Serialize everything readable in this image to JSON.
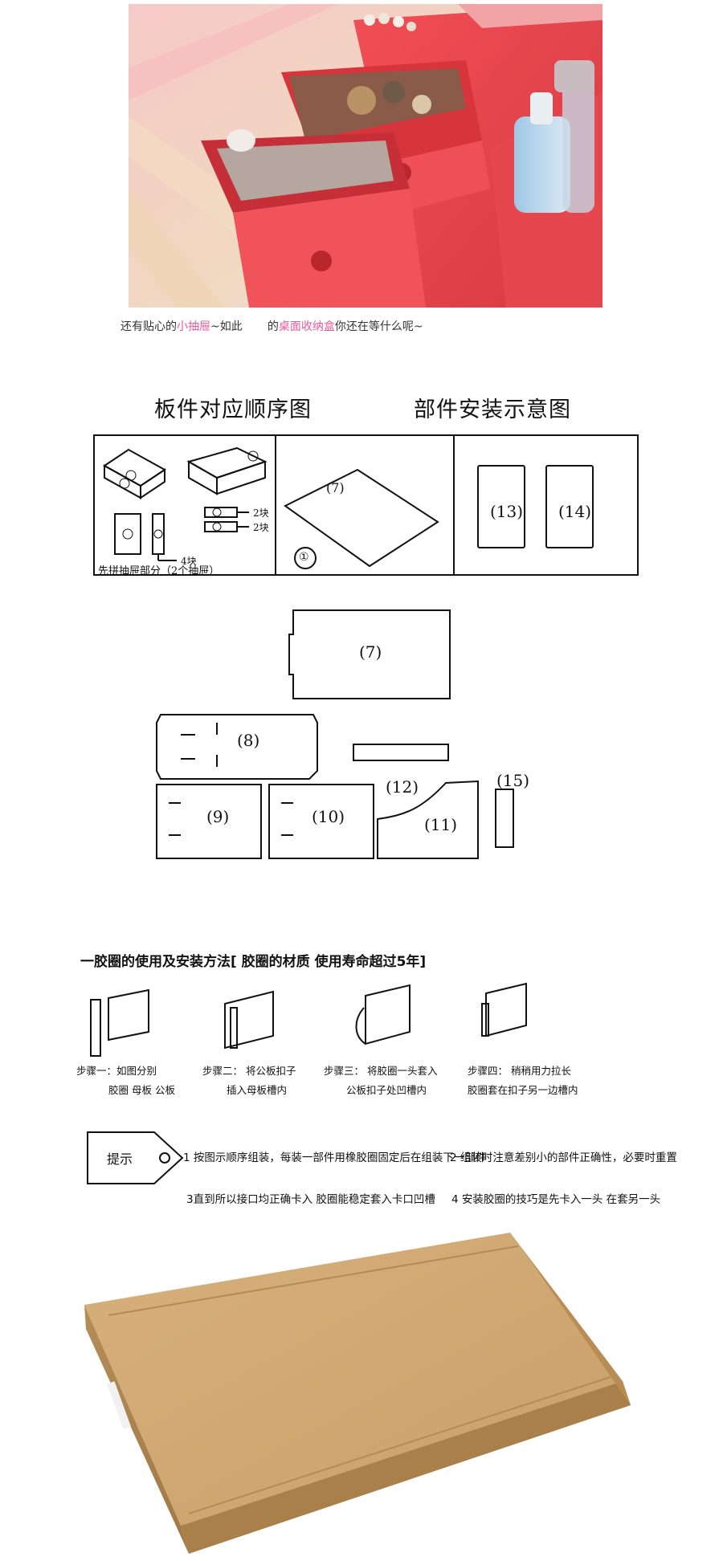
{
  "top_photo": {
    "caption_parts": [
      "还有贴心的",
      "小抽屉",
      "~如此",
      "的",
      "桌面收纳盒",
      "你还在等什么呢~"
    ]
  },
  "diagram": {
    "heading_left": "板件对应顺序图",
    "heading_right": "部件安装示意图",
    "box1_notes": [
      "2块",
      "2块",
      "4块"
    ],
    "box1_caption": "先拼抽屉部分（2个抽屉）",
    "box1_circle": "①",
    "parts": {
      "p7": "(7)",
      "p8": "(8)",
      "p9": "(9)",
      "p10": "(10)",
      "p11": "(11)",
      "p12": "(12)",
      "p13": "(13)",
      "p14": "(14)",
      "p15": "(15)"
    }
  },
  "band": {
    "title": "一胶圈的使用及安装方法[ 胶圈的材质 使用寿命超过5年]",
    "steps": [
      {
        "line1": "步骤一：如图分别",
        "line2": "胶圈 母板 公板"
      },
      {
        "line1": "步骤二： 将公板扣子",
        "line2": "插入母板槽内"
      },
      {
        "line1": "步骤三： 将胶圈一头套入",
        "line2": "公板扣子处凹槽内"
      },
      {
        "line1": "步骤四： 稍稍用力拉长",
        "line2": "胶圈套在扣子另一边槽内"
      }
    ]
  },
  "tips": {
    "tag_label": "提示",
    "tip1": "1 按图示顺序组装，每装一部件用橡胶圈固定后在组装下一部件",
    "tip2": "2 组装时注意差别小的部件正确性，必要时重置",
    "tip3": "3直到所以接口均正确卡入  胶圈能稳定套入卡口凹槽",
    "tip4": "4  安装胶圈的技巧是先卡入一头  在套另一头"
  }
}
